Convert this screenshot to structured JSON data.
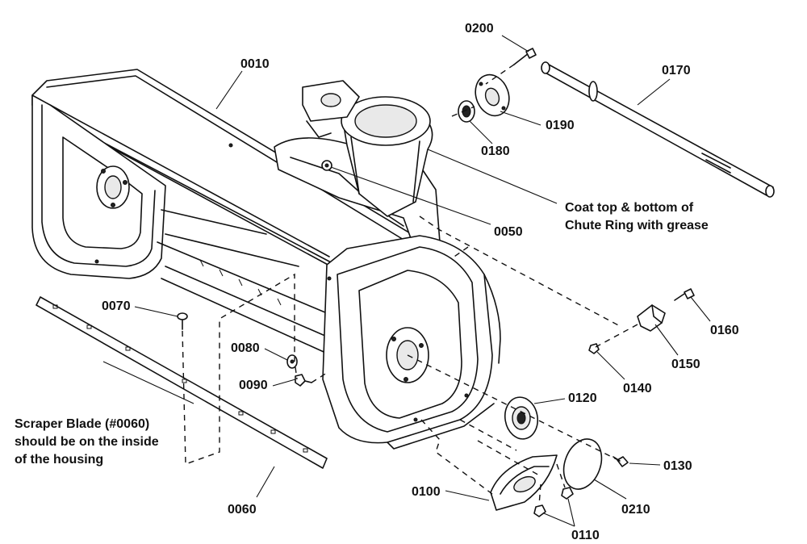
{
  "parts": [
    {
      "id": "p0010",
      "number": "0010"
    },
    {
      "id": "p0200",
      "number": "0200"
    },
    {
      "id": "p0170",
      "number": "0170"
    },
    {
      "id": "p0190",
      "number": "0190"
    },
    {
      "id": "p0180",
      "number": "0180"
    },
    {
      "id": "p0050",
      "number": "0050"
    },
    {
      "id": "p0070",
      "number": "0070"
    },
    {
      "id": "p0080",
      "number": "0080"
    },
    {
      "id": "p0090",
      "number": "0090"
    },
    {
      "id": "p0060",
      "number": "0060"
    },
    {
      "id": "p0120",
      "number": "0120"
    },
    {
      "id": "p0130",
      "number": "0130"
    },
    {
      "id": "p0210",
      "number": "0210"
    },
    {
      "id": "p0100",
      "number": "0100"
    },
    {
      "id": "p0110",
      "number": "0110"
    },
    {
      "id": "p0140",
      "number": "0140"
    },
    {
      "id": "p0150",
      "number": "0150"
    },
    {
      "id": "p0160",
      "number": "0160"
    }
  ],
  "notes": {
    "chute_grease": [
      "Coat top & bottom of",
      "Chute Ring with grease"
    ],
    "scraper_blade": [
      "Scraper Blade (#0060)",
      "should be on the inside",
      "of the housing"
    ]
  }
}
